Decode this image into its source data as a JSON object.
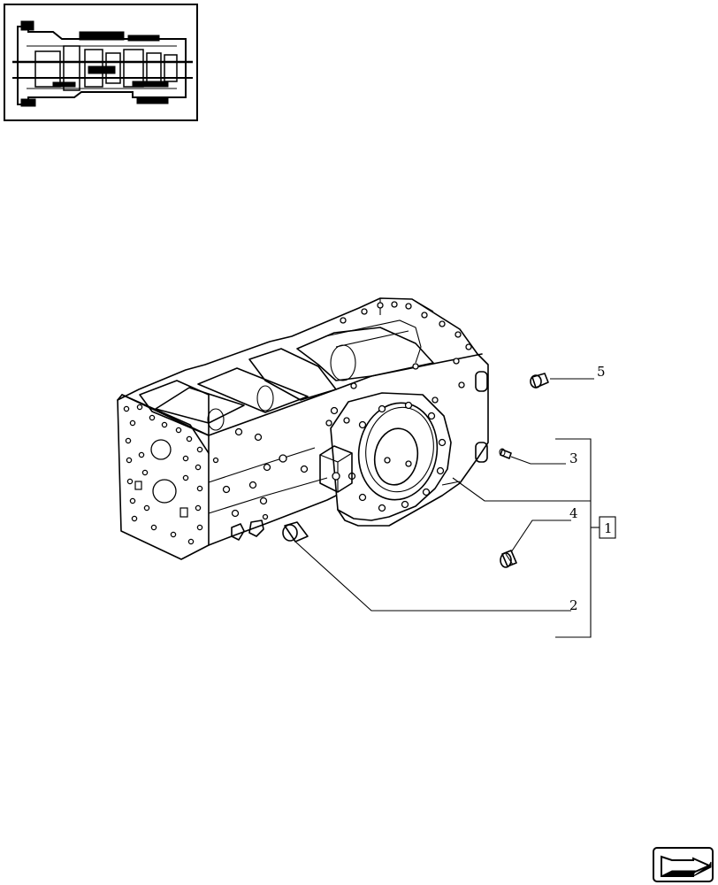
{
  "callouts": {
    "c1": "1",
    "c2": "2",
    "c3": "3",
    "c4": "4",
    "c5": "5"
  },
  "icons": {
    "thumbnail": "transmission-section-thumbnail-icon",
    "nav": "next-page-arrow-icon"
  },
  "colors": {
    "line": "#000000",
    "background": "#ffffff"
  }
}
